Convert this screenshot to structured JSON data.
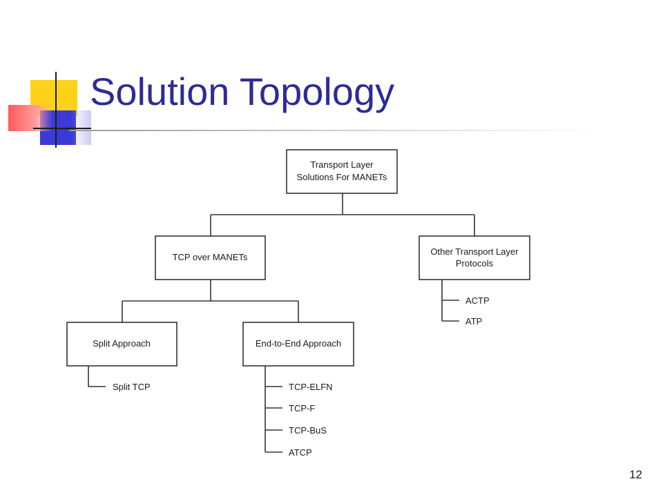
{
  "slide": {
    "title": "Solution Topology",
    "page_number": "12"
  },
  "colors": {
    "title": "#2c2c96",
    "logo_yellow": "#ffd21a",
    "logo_red": "#ff5a5a",
    "logo_blue": "#3a3ad6",
    "box_stroke": "#333333",
    "connector": "#333333"
  },
  "diagram": {
    "root": {
      "lines": [
        "Transport Layer",
        "Solutions For MANETs"
      ]
    },
    "tcp_over_manets": {
      "lines": [
        "TCP over MANETs"
      ]
    },
    "other_protocols": {
      "lines": [
        "Other Transport Layer",
        "Protocols"
      ],
      "leaves": [
        "ACTP",
        "ATP"
      ]
    },
    "split_approach": {
      "lines": [
        "Split Approach"
      ],
      "leaves": [
        "Split TCP"
      ]
    },
    "end_to_end": {
      "lines": [
        "End-to-End Approach"
      ],
      "leaves": [
        "TCP-ELFN",
        "TCP-F",
        "TCP-BuS",
        "ATCP"
      ]
    }
  }
}
